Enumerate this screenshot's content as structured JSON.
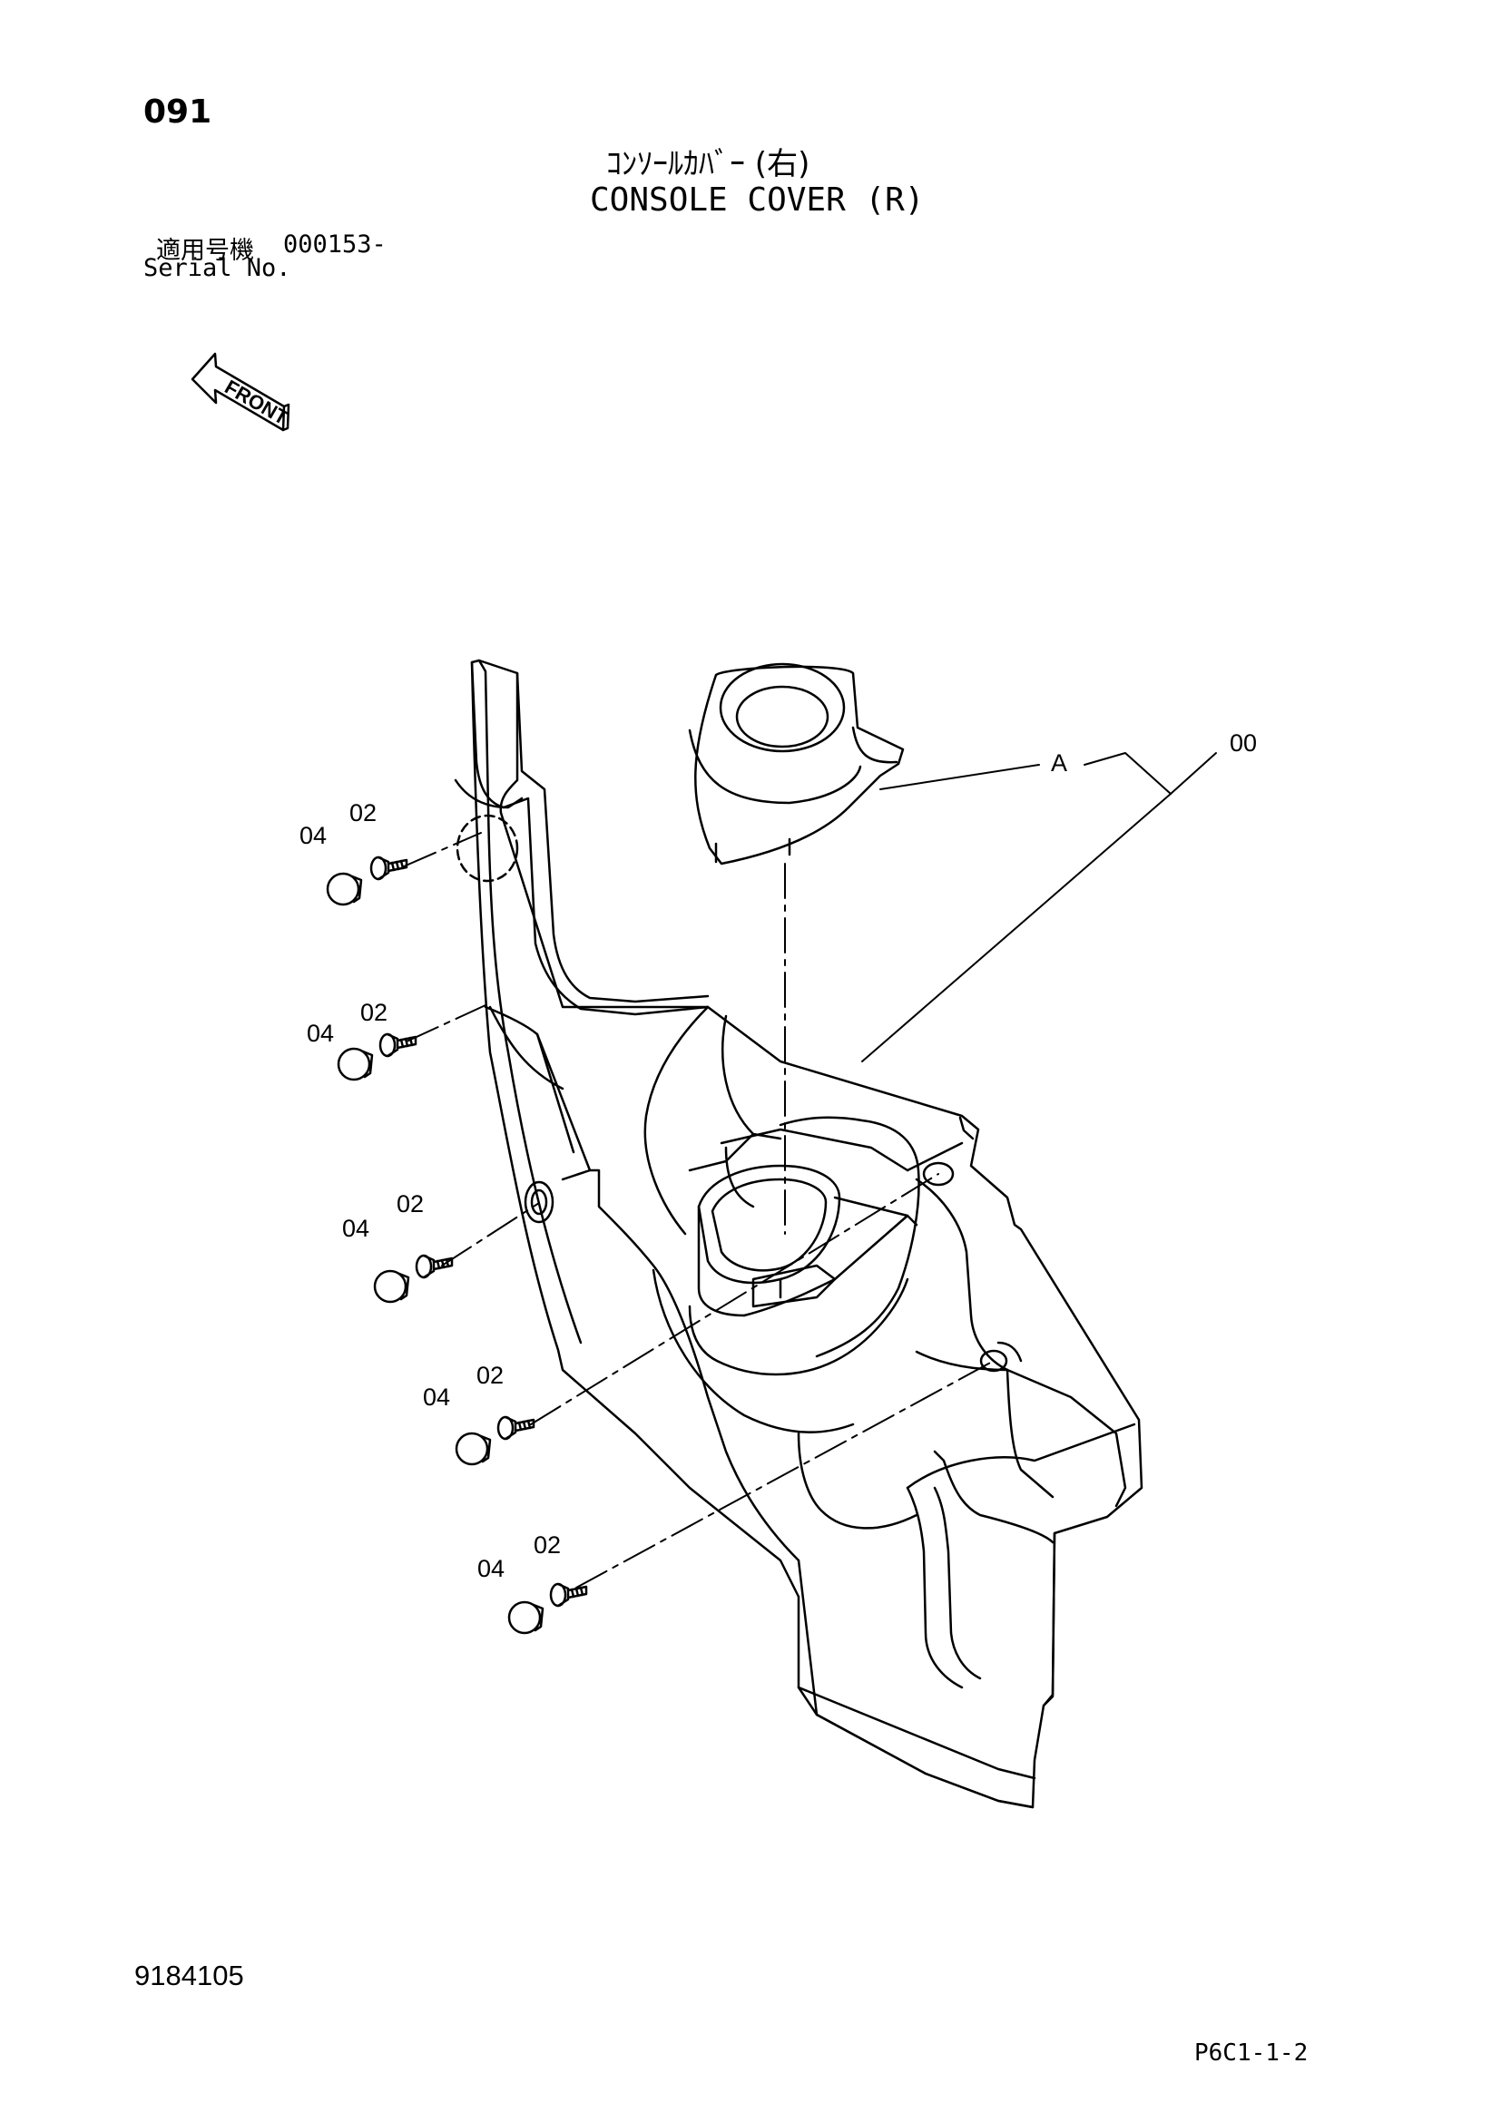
{
  "page_number": "091",
  "title_jp": "ｺﾝｿｰﾙｶﾊﾞｰ (右)",
  "title_en": "CONSOLE COVER (R)",
  "serial": {
    "jp_label": "適用号機",
    "value": "000153-",
    "en_label": "Serial No."
  },
  "front_label": "FRONT",
  "callouts": {
    "assembly": "00",
    "detail_a": "A",
    "screw": "02",
    "cap": "04"
  },
  "drawing_number": "9184105",
  "sheet_code": "P6C1-1-2"
}
